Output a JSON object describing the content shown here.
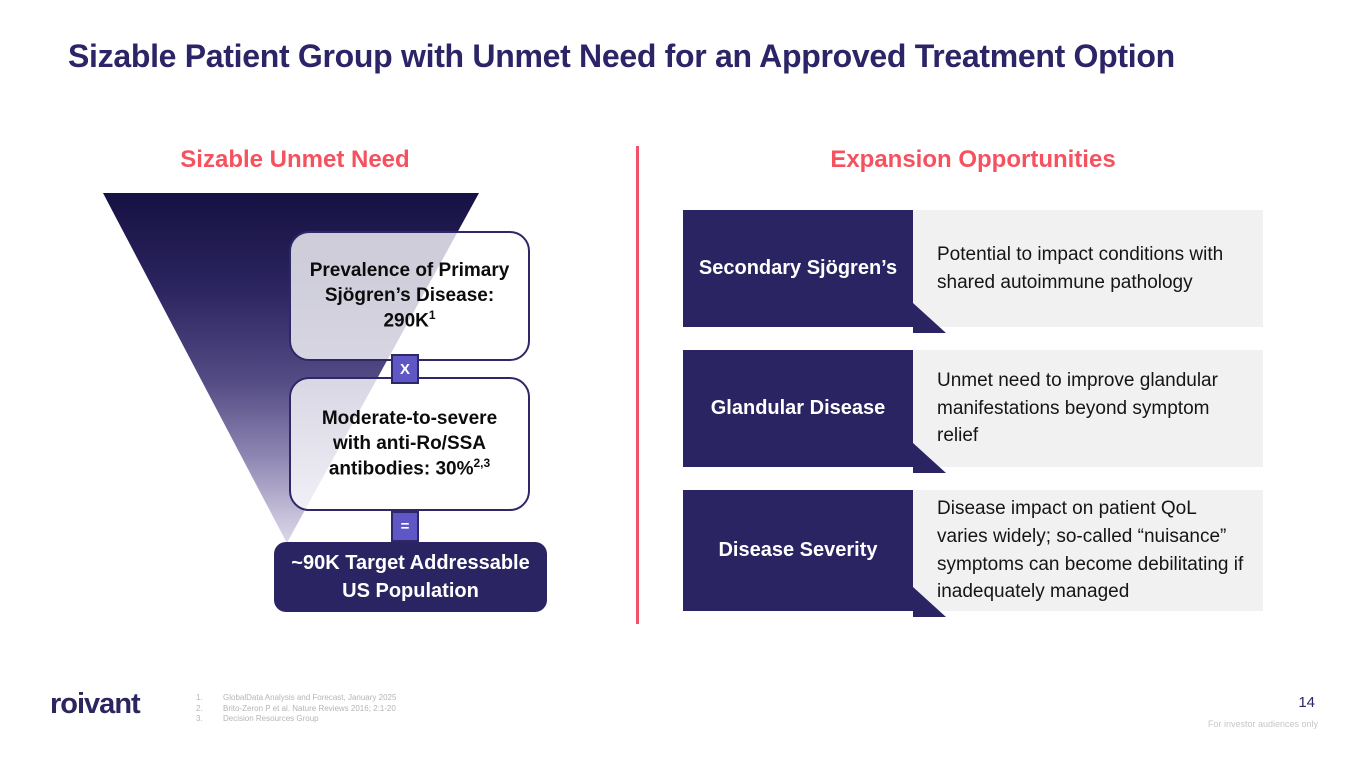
{
  "slide": {
    "title": "Sizable Patient Group with Unmet Need for an Approved Treatment Option",
    "page_number": "14",
    "audience_note": "For investor audiences only",
    "logo_text": "roivant"
  },
  "left_section": {
    "heading": "Sizable Unmet Need",
    "funnel": {
      "box1": {
        "line1": "Prevalence of Primary",
        "line2": "Sjögren’s Disease:",
        "line3": "290K",
        "sup": "1"
      },
      "operator1": "X",
      "box2": {
        "line1": "Moderate-to-severe",
        "line2": "with anti-Ro/SSA",
        "line3": "antibodies: 30%",
        "sup": "2,3"
      },
      "operator2": "=",
      "result": {
        "line1": "~90K Target Addressable",
        "line2": "US Population"
      }
    }
  },
  "right_section": {
    "heading": "Expansion Opportunities",
    "rows": [
      {
        "label": "Secondary Sjögren’s",
        "text": "Potential to impact conditions with shared autoimmune pathology"
      },
      {
        "label": "Glandular Disease",
        "text": "Unmet need to improve glandular manifestations beyond symptom relief"
      },
      {
        "label": "Disease Severity",
        "text": "Disease impact on patient QoL varies widely; so-called “nuisance” symptoms can become debilitating if inadequately managed"
      }
    ]
  },
  "footnotes": [
    {
      "num": "1.",
      "text": "GlobalData Analysis and Forecast, January 2025"
    },
    {
      "num": "2.",
      "text": "Brito-Zeron P et al. Nature Reviews 2016; 2:1-20"
    },
    {
      "num": "3.",
      "text": "Decision Resources Group"
    }
  ],
  "colors": {
    "navy": "#2b2462",
    "title_navy": "#2b2466",
    "accent_red": "#f6515f",
    "divider_red": "#f3506a",
    "operator_purple": "#5e57c5",
    "gray_box": "#f1f1f2",
    "footnote_gray": "#b5b5b5"
  }
}
